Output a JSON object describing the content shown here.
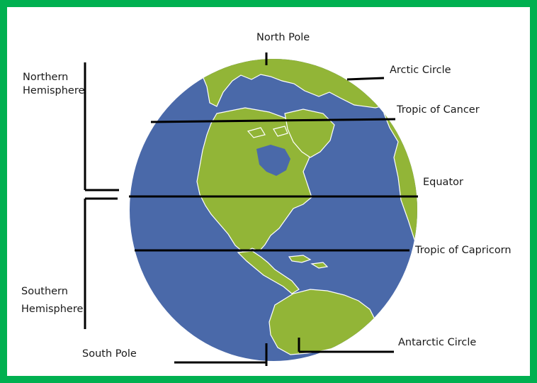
{
  "colors": {
    "frame": "#00b050",
    "ocean": "#4a69a9",
    "land": "#92b537",
    "line": "#000000",
    "background": "#ffffff"
  },
  "labels": {
    "north_pole": "North Pole",
    "arctic_circle": "Arctic Circle",
    "tropic_of_cancer": "Tropic of Cancer",
    "equator": "Equator",
    "tropic_of_capricorn": "Tropic of Capricorn",
    "antarctic_circle": "Antarctic Circle",
    "south_pole": "South Pole",
    "northern_hemisphere": [
      "Northern",
      "Hemisphere"
    ],
    "southern_hemisphere": [
      "Southern",
      "Hemisphere"
    ]
  }
}
